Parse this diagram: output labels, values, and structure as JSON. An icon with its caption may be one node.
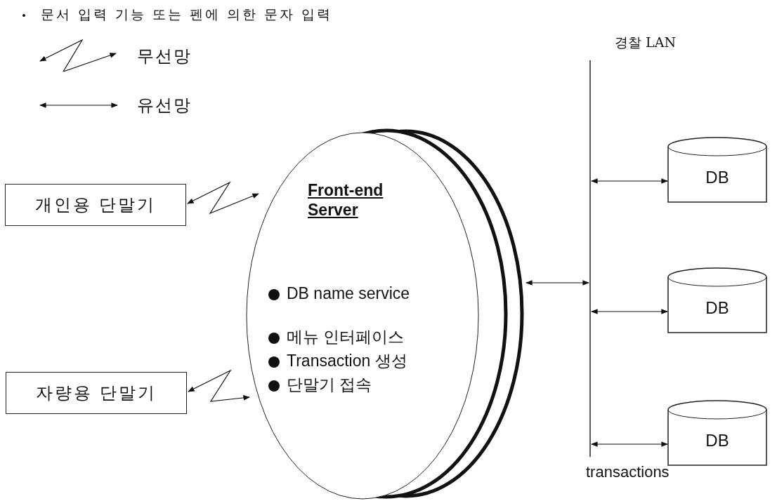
{
  "diagram": {
    "title": "문서 입력 기능 또는 펜에 의한 문자 입력",
    "nodes": [
      {
        "text": [
          "개인용 단말기"
        ]
      },
      {
        "text": [
          "자량용 단말기"
        ]
      },
      {
        "text": [
          "Front-end Server",
          "DB name service",
          "메뉴 인터페이스",
          "Transaction 생성",
          "단말기 접속"
        ]
      },
      {
        "text": [
          "경찰 LAN"
        ],
        "beside": [
          "transactions"
        ]
      },
      {
        "text": [
          "DB"
        ]
      },
      {
        "text": [
          "DB"
        ]
      },
      {
        "text": [
          "DB"
        ]
      }
    ],
    "edges": [
      {
        "from": 0,
        "to": 2,
        "arrow": "both"
      },
      {
        "from": 1,
        "to": 2,
        "arrow": "both"
      },
      {
        "from": 2,
        "to": 3,
        "arrow": "both"
      },
      {
        "from": 3,
        "to": 4,
        "arrow": "both"
      },
      {
        "from": 3,
        "to": 5,
        "arrow": "both"
      },
      {
        "from": 3,
        "to": 6,
        "arrow": "both"
      }
    ],
    "legend": [
      {
        "text": "무선망"
      },
      {
        "text": "유선망"
      }
    ]
  }
}
